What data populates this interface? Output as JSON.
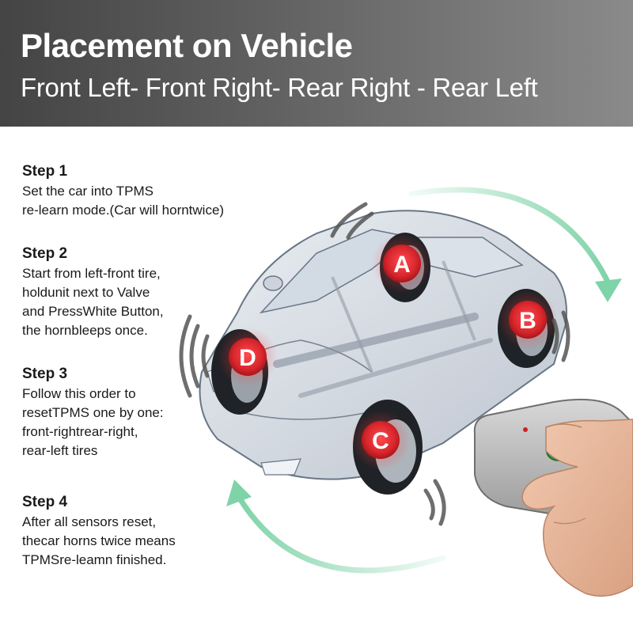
{
  "header": {
    "title": "Placement on Vehicle",
    "subtitle": "Front Left- Front Right- Rear Right - Rear Left"
  },
  "steps": [
    {
      "title": "Step 1",
      "lines": [
        "Set the car into TPMS",
        "re-learn mode.(Car will horntwice)"
      ]
    },
    {
      "title": "Step 2",
      "lines": [
        "Start from left-front tire,",
        "holdunit next to Valve",
        "and PressWhite Button,",
        "the hornbleeps once."
      ]
    },
    {
      "title": "Step 3",
      "lines": [
        "Follow this order to",
        "resetTPMS one by one:",
        "front-rightrear-right,",
        "rear-left tires"
      ]
    },
    {
      "title": "Step 4",
      "lines": [
        "After all sensors reset,",
        "thecar horns twice means",
        "TPMSre-leamn finished."
      ]
    }
  ],
  "wheels": [
    {
      "letter": "A"
    },
    {
      "letter": "B"
    },
    {
      "letter": "C"
    },
    {
      "letter": "D"
    }
  ],
  "colors": {
    "badge_red": "#d8262c",
    "arrow_green": "#7fd3a8",
    "device_button": "#2e9a4a"
  }
}
